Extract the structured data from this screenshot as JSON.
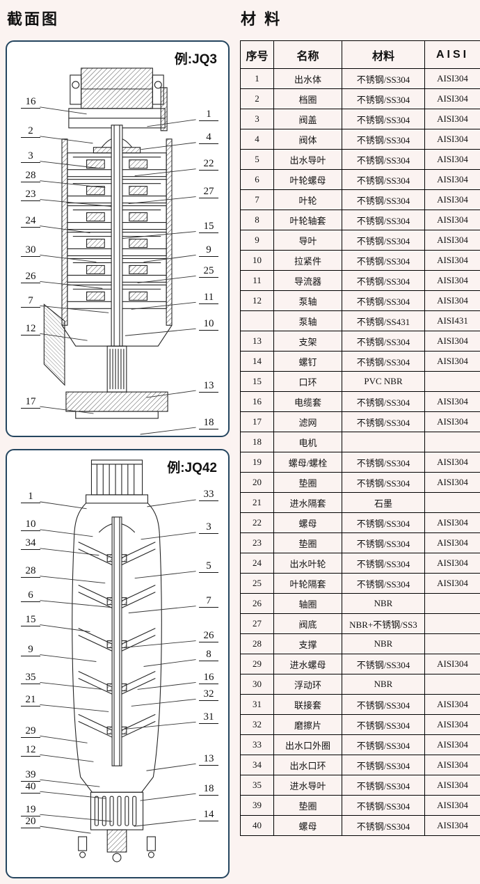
{
  "page": {
    "left_title": "截面图",
    "right_title": "材  料"
  },
  "diagrams": [
    {
      "label": "例:JQ3",
      "left_callouts": [
        "16",
        "2",
        "3",
        "28",
        "23",
        "24",
        "30",
        "26",
        "7",
        "12",
        "17"
      ],
      "right_callouts": [
        "1",
        "4",
        "22",
        "27",
        "15",
        "9",
        "25",
        "11",
        "10",
        "13",
        "18"
      ]
    },
    {
      "label": "例:JQ42",
      "left_callouts": [
        "1",
        "10",
        "34",
        "28",
        "6",
        "15",
        "9",
        "35",
        "21",
        "29",
        "12",
        "39",
        "40",
        "19",
        "20"
      ],
      "right_callouts": [
        "33",
        "3",
        "5",
        "7",
        "26",
        "8",
        "16",
        "32",
        "31",
        "13",
        "18",
        "14"
      ]
    }
  ],
  "table": {
    "headers": [
      "序号",
      "名称",
      "材料",
      "AISI"
    ],
    "rows": [
      [
        "1",
        "出水体",
        "不锈钢/SS304",
        "AISI304"
      ],
      [
        "2",
        "档圈",
        "不锈钢/SS304",
        "AISI304"
      ],
      [
        "3",
        "阀盖",
        "不锈钢/SS304",
        "AISI304"
      ],
      [
        "4",
        "阀体",
        "不锈钢/SS304",
        "AISI304"
      ],
      [
        "5",
        "出水导叶",
        "不锈钢/SS304",
        "AISI304"
      ],
      [
        "6",
        "叶轮螺母",
        "不锈钢/SS304",
        "AISI304"
      ],
      [
        "7",
        "叶轮",
        "不锈钢/SS304",
        "AISI304"
      ],
      [
        "8",
        "叶轮轴套",
        "不锈钢/SS304",
        "AISI304"
      ],
      [
        "9",
        "导叶",
        "不锈钢/SS304",
        "AISI304"
      ],
      [
        "10",
        "拉紧件",
        "不锈钢/SS304",
        "AISI304"
      ],
      [
        "11",
        "导流器",
        "不锈钢/SS304",
        "AISI304"
      ],
      [
        "12",
        "泵轴",
        "不锈钢/SS304",
        "AISI304"
      ],
      [
        "",
        "泵轴",
        "不锈钢/SS431",
        "AISI431"
      ],
      [
        "13",
        "支架",
        "不锈钢/SS304",
        "AISI304"
      ],
      [
        "14",
        "螺钉",
        "不锈钢/SS304",
        "AISI304"
      ],
      [
        "15",
        "口环",
        "PVC  NBR",
        ""
      ],
      [
        "16",
        "电缆套",
        "不锈钢/SS304",
        "AISI304"
      ],
      [
        "17",
        "滤网",
        "不锈钢/SS304",
        "AISI304"
      ],
      [
        "18",
        "电机",
        "",
        ""
      ],
      [
        "19",
        "螺母/螺栓",
        "不锈钢/SS304",
        "AISI304"
      ],
      [
        "20",
        "垫圈",
        "不锈钢/SS304",
        "AISI304"
      ],
      [
        "21",
        "进水隔套",
        "石墨",
        ""
      ],
      [
        "22",
        "螺母",
        "不锈钢/SS304",
        "AISI304"
      ],
      [
        "23",
        "垫圈",
        "不锈钢/SS304",
        "AISI304"
      ],
      [
        "24",
        "出水叶轮",
        "不锈钢/SS304",
        "AISI304"
      ],
      [
        "25",
        "叶轮隔套",
        "不锈钢/SS304",
        "AISI304"
      ],
      [
        "26",
        "轴圈",
        "NBR",
        ""
      ],
      [
        "27",
        "阀底",
        "NBR+不锈钢/SS3",
        ""
      ],
      [
        "28",
        "支撑",
        "NBR",
        ""
      ],
      [
        "29",
        "进水螺母",
        "不锈钢/SS304",
        "AISI304"
      ],
      [
        "30",
        "浮动环",
        "NBR",
        ""
      ],
      [
        "31",
        "联接套",
        "不锈钢/SS304",
        "AISI304"
      ],
      [
        "32",
        "磨擦片",
        "不锈钢/SS304",
        "AISI304"
      ],
      [
        "33",
        "出水口外圈",
        "不锈钢/SS304",
        "AISI304"
      ],
      [
        "34",
        "出水口环",
        "不锈钢/SS304",
        "AISI304"
      ],
      [
        "35",
        "进水导叶",
        "不锈钢/SS304",
        "AISI304"
      ],
      [
        "39",
        "垫圈",
        "不锈钢/SS304",
        "AISI304"
      ],
      [
        "40",
        "螺母",
        "不锈钢/SS304",
        "AISI304"
      ]
    ]
  }
}
